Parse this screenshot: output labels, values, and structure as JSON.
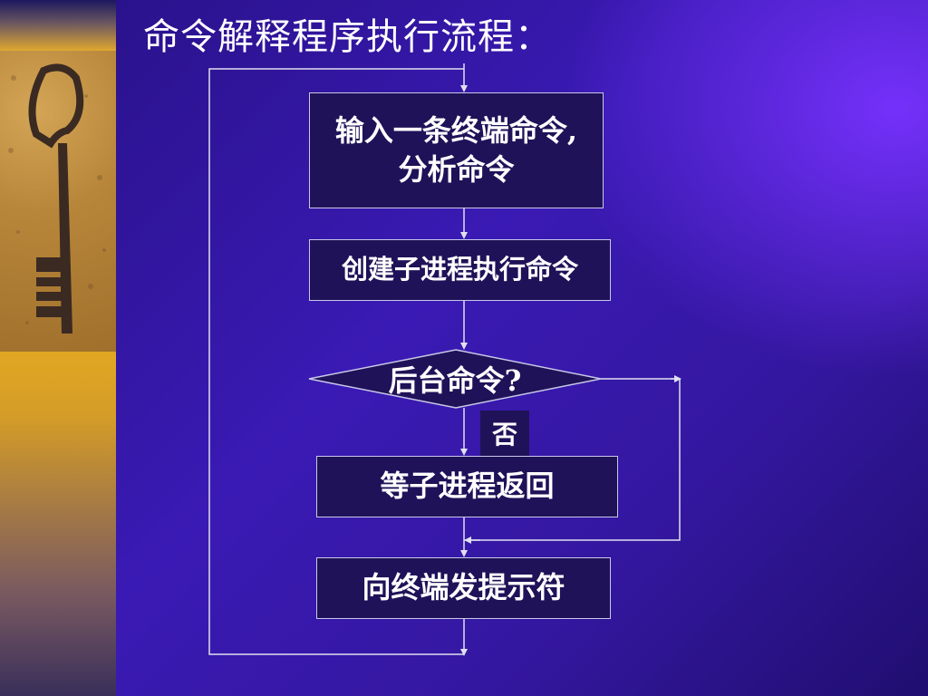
{
  "title": "命令解释程序执行流程：",
  "flowchart": {
    "step_input": "输入一条终端命令,分析命令",
    "step_fork": "创建子进程执行命令",
    "decision": "后台命令?",
    "branch_no": "否",
    "step_wait": "等子进程返回",
    "step_prompt": "向终端发提示符"
  },
  "decoration": {
    "image": "old-key-photo-icon"
  },
  "colors": {
    "background": "#2a128c",
    "box_fill": "#1f1258",
    "line": "#e0e0f0",
    "text": "#ffffff",
    "left_strip": "#e8ad20"
  }
}
